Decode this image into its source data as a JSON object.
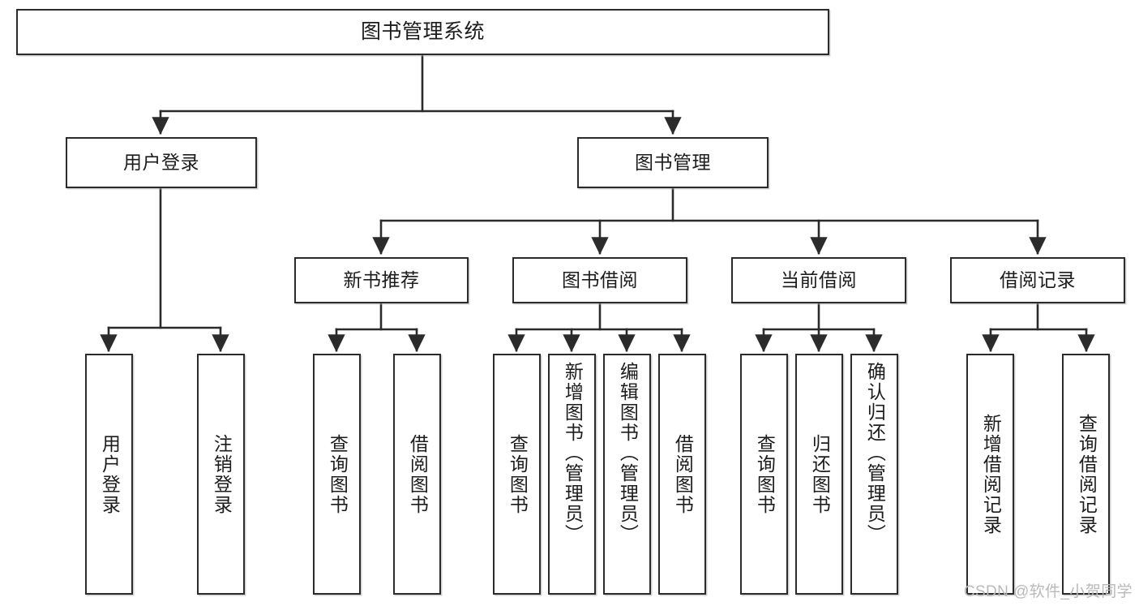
{
  "diagram": {
    "title": "图书管理系统",
    "watermark": "CSDN @软件_小贺同学",
    "root": {
      "label": "图书管理系统"
    },
    "level1": [
      {
        "label": "用户登录"
      },
      {
        "label": "图书管理"
      }
    ],
    "level2": [
      {
        "label": "新书推荐"
      },
      {
        "label": "图书借阅"
      },
      {
        "label": "当前借阅"
      },
      {
        "label": "借阅记录"
      }
    ],
    "leaves": {
      "user_login": [
        {
          "label": "用户登录"
        },
        {
          "label": "注销登录"
        }
      ],
      "new_book": [
        {
          "label": "查询图书"
        },
        {
          "label": "借阅图书"
        }
      ],
      "borrow_book": [
        {
          "label": "查询图书"
        },
        {
          "label": "新增图书（管理员）"
        },
        {
          "label": "编辑图书（管理员）"
        },
        {
          "label": "借阅图书"
        }
      ],
      "current_borrow": [
        {
          "label": "查询图书"
        },
        {
          "label": "归还图书"
        },
        {
          "label": "确认归还（管理员）"
        }
      ],
      "borrow_record": [
        {
          "label": "新增借阅记录"
        },
        {
          "label": "查询借阅记录"
        }
      ]
    },
    "colors": {
      "stroke": "#2b2b2b",
      "fill": "#ffffff",
      "text": "#1c1c1c",
      "watermark": "#b9b9b9"
    }
  }
}
